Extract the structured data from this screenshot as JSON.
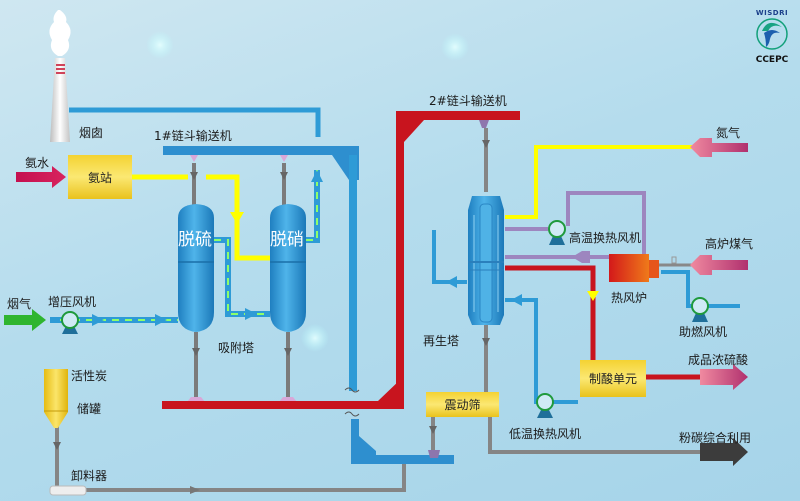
{
  "logo": {
    "top_text": "WISDRI",
    "bottom_text": "CCEPC"
  },
  "labels": {
    "chimney": "烟囱",
    "ammonia_water": "氨水",
    "ammonia_station": "氨站",
    "flue_gas": "烟气",
    "booster_fan": "增压风机",
    "conveyor_1": "1#链斗输送机",
    "conveyor_2": "2#链斗输送机",
    "desulfurization": "脱硫",
    "denitrification": "脱硝",
    "adsorption_tower": "吸附塔",
    "activated_carbon_tank_line1": "活性炭",
    "activated_carbon_tank_line2": "储罐",
    "discharger": "卸料器",
    "regeneration_tower": "再生塔",
    "vibrating_screen": "震动筛",
    "nitrogen": "氮气",
    "high_temp_fan": "高温换热风机",
    "blast_furnace_gas": "高炉煤气",
    "hot_air_furnace": "热风炉",
    "combustion_fan": "助燃风机",
    "acid_unit": "制酸单元",
    "sulfuric_acid": "成品浓硫酸",
    "low_temp_fan": "低温换热风机",
    "carbon_powder": "粉碳综合利用"
  },
  "colors": {
    "blue": "#2e9bd6",
    "red": "#c8141e",
    "yellow": "#ffff00",
    "purple": "#9d86bf",
    "gray": "#858585",
    "green_dash": "#8dff6a",
    "green_arrow": "#2fb52f",
    "magenta_arrow": "#c2316b",
    "dark_arrow": "#3c3c3c"
  }
}
